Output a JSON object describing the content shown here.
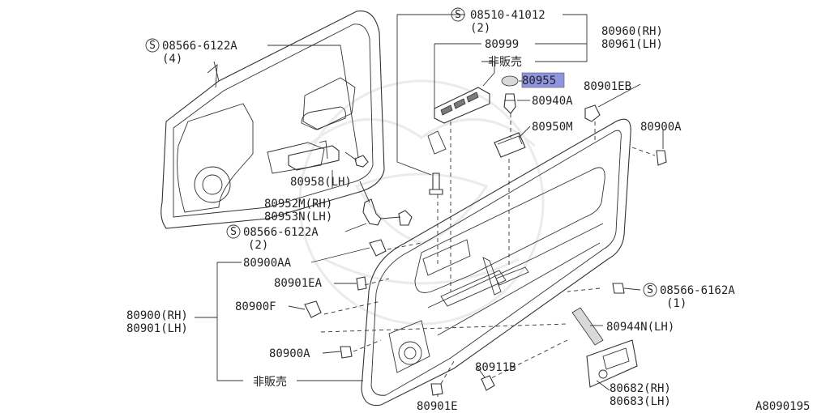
{
  "labels": {
    "screw_08510_41012": "08510-41012",
    "screw_08510_qty": "(2)",
    "part_80960": "80960(RH)",
    "part_80961": "80961(LH)",
    "part_80999": "80999",
    "not_sold_top": "非販売",
    "part_80955": "80955",
    "part_80901eb": "80901EB",
    "part_80940a": "80940A",
    "part_80950m": "80950M",
    "part_80900a_right": "80900A",
    "screw_08566_6122a_top": "08566-6122A",
    "screw_08566_6122a_top_qty": "(4)",
    "part_80958": "80958(LH)",
    "part_80952m": "80952M(RH)",
    "part_80953n": "80953N(LH)",
    "screw_08566_6122a_mid": "08566-6122A",
    "screw_08566_6122a_mid_qty": "(2)",
    "part_80900aa": "80900AA",
    "part_80901ea": "80901EA",
    "part_80900": "80900(RH)",
    "part_80901": "80901(LH)",
    "part_80900f": "80900F",
    "part_80900a_left": "80900A",
    "not_sold_bottom": "非販売",
    "screw_08566_6162a": "08566-6162A",
    "screw_08566_6162a_qty": "(1)",
    "part_80944n": "80944N(LH)",
    "part_80911b": "80911B",
    "part_80901e": "80901E",
    "part_80682": "80682(RH)",
    "part_80683": "80683(LH)",
    "diagram_id": "A8090195"
  },
  "screw_symbol": "S",
  "highlight_color": "#8f95e0"
}
